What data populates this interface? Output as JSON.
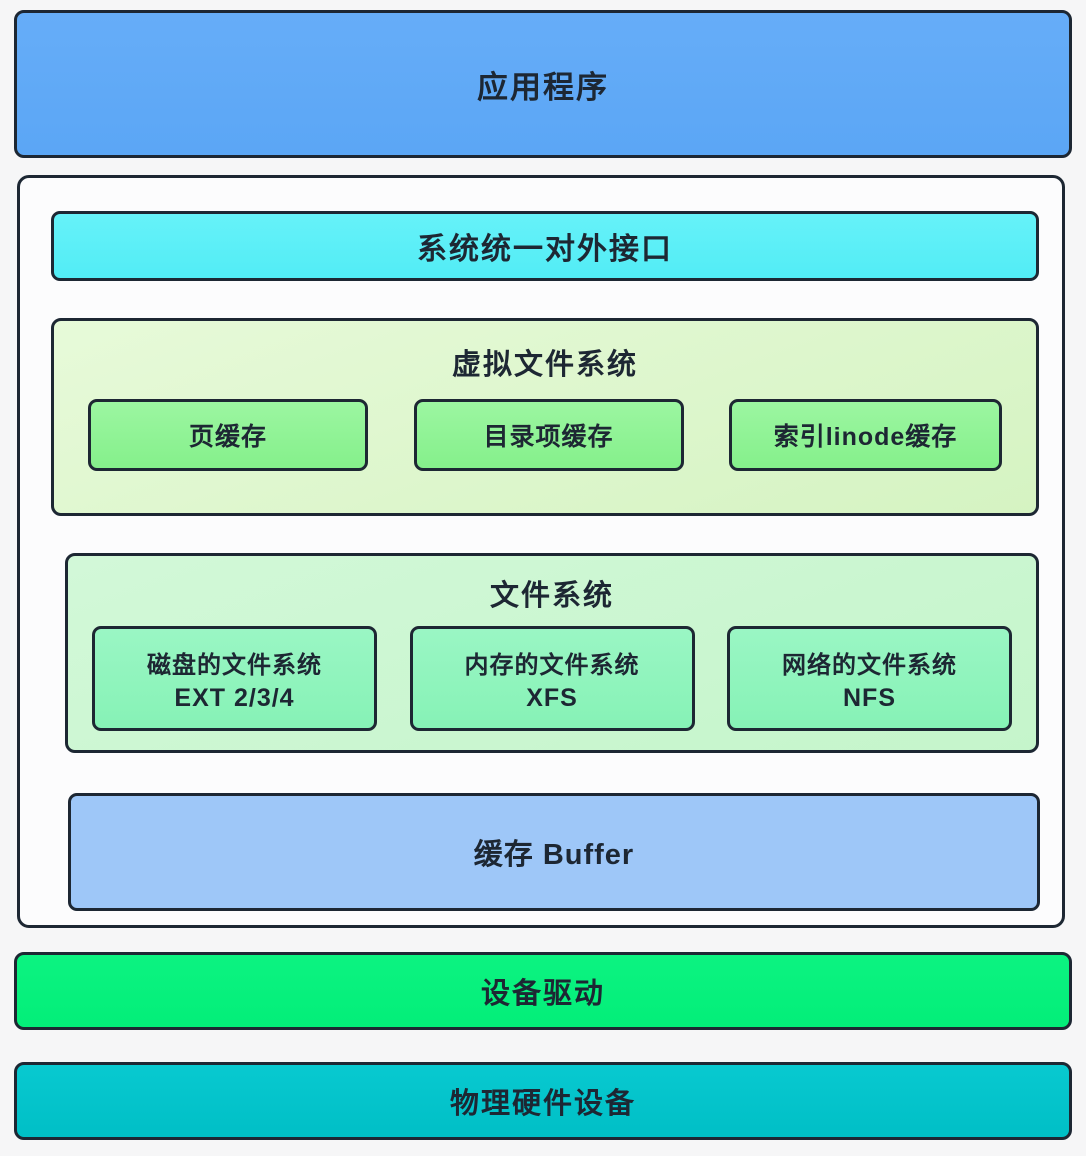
{
  "layers": {
    "application": {
      "label": "应用程序"
    },
    "kernel_container": {
      "interface": {
        "label": "系统统一对外接口"
      },
      "virtual_file_system": {
        "title": "虚拟文件系统",
        "caches": [
          {
            "label": "页缓存"
          },
          {
            "label": "目录项缓存"
          },
          {
            "label": "索引linode缓存"
          }
        ]
      },
      "file_system": {
        "title": "文件系统",
        "types": [
          {
            "name": "磁盘的文件系统",
            "impl": "EXT 2/3/4"
          },
          {
            "name": "内存的文件系统",
            "impl": "XFS"
          },
          {
            "name": "网络的文件系统",
            "impl": "NFS"
          }
        ]
      },
      "buffer": {
        "label": "缓存 Buffer"
      }
    },
    "device_driver": {
      "label": "设备驱动"
    },
    "hardware": {
      "label": "物理硬件设备"
    }
  },
  "colors": {
    "application_fill": "#61aaf7",
    "interface_fill": "#5df0f8",
    "vfs_fill_top": "#e7fad9",
    "vfs_fill_bottom": "#d5f3c2",
    "vfs_cache_fill": "#8ff394",
    "file_system_fill": "#cbf6d0",
    "file_system_item_fill": "#92f4bf",
    "buffer_fill": "#9ec7f8",
    "device_driver_fill": "#06f17e",
    "hardware_fill": "#01c3ca",
    "border": "#1d2733",
    "text": "#1d2733",
    "page_background": "#f6f6f7",
    "container_background": "#fcfcfd"
  }
}
